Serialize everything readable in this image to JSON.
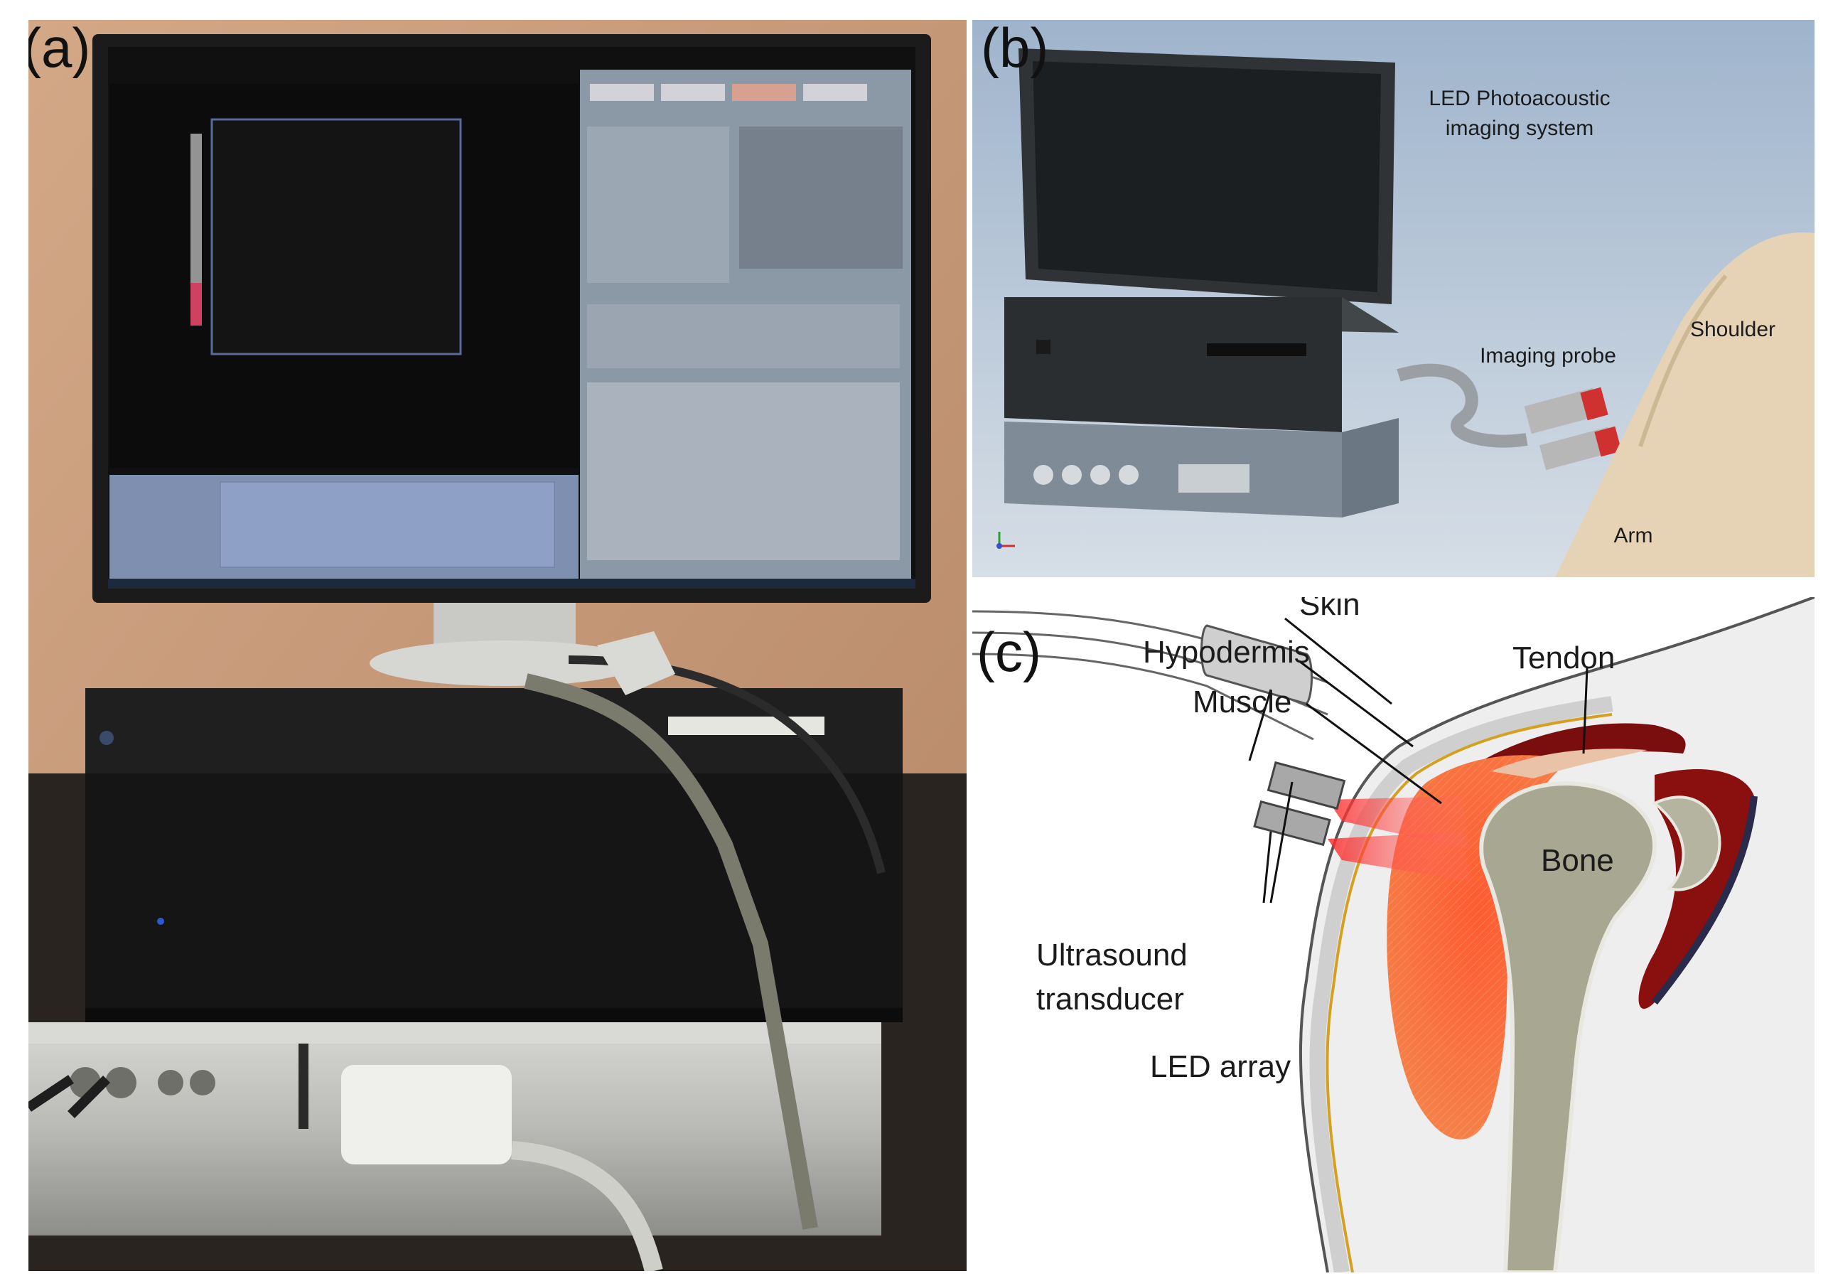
{
  "figure": {
    "panel_a": {
      "letter": "(a)"
    },
    "panel_b": {
      "letter": "(b)",
      "labels": {
        "system_line1": "LED Photoacoustic",
        "system_line2": "imaging system",
        "probe": "Imaging probe",
        "shoulder": "Shoulder",
        "arm": "Arm"
      }
    },
    "panel_c": {
      "letter": "(c)",
      "labels": {
        "skin": "Skin",
        "hypodermis": "Hypodermis",
        "muscle": "Muscle",
        "tendon": "Tendon",
        "bone": "Bone",
        "transducer_line1": "Ultrasound",
        "transducer_line2": "transducer",
        "led_array": "LED array"
      }
    }
  },
  "colors": {
    "wall": "#c79a78",
    "monitor_bezel": "#1b1b1b",
    "screen_ui": "#8b98a6",
    "render_bg": "#b9c9da",
    "skin_tone": "#e6d3b5",
    "muscle_orange": "#f06a35",
    "tendon_dark_red": "#8a1010",
    "bone_gray": "#a8a892",
    "led_light_red": "#ff4a4a",
    "yellow_line": "#d4a020"
  }
}
